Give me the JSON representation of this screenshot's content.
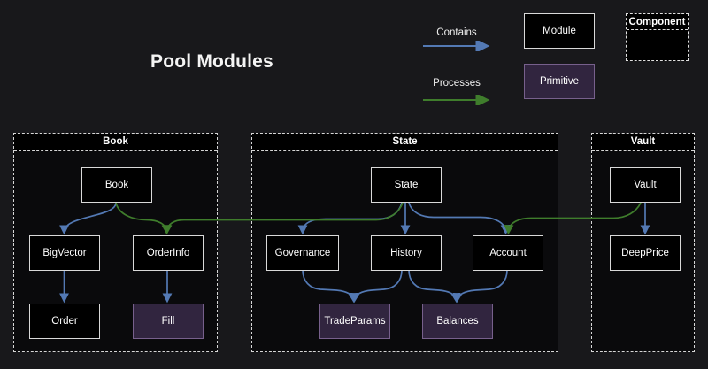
{
  "title": "Pool Modules",
  "legend": {
    "contains_label": "Contains",
    "processes_label": "Processes",
    "module_label": "Module",
    "primitive_label": "Primitive",
    "component_label": "Component"
  },
  "colors": {
    "background": "#18181b",
    "container_fill": "#0a0a0c",
    "module_fill": "#000000",
    "module_border": "#d9d9d9",
    "primitive_fill": "#31253f",
    "primitive_border": "#77608c",
    "contains_arrow": "#5379b4",
    "processes_arrow": "#3f7d2c",
    "dashed_border": "#d6d6d6",
    "text": "#ffffff"
  },
  "containers": {
    "book": {
      "label": "Book",
      "nodes": {
        "book": "Book",
        "bigvector": "BigVector",
        "orderinfo": "OrderInfo",
        "order": "Order",
        "fill": "Fill"
      }
    },
    "state": {
      "label": "State",
      "nodes": {
        "state": "State",
        "governance": "Governance",
        "history": "History",
        "account": "Account",
        "tradeparams": "TradeParams",
        "balances": "Balances"
      }
    },
    "vault": {
      "label": "Vault",
      "nodes": {
        "vault": "Vault",
        "deepprice": "DeepPrice"
      }
    }
  },
  "edges": {
    "contains": [
      {
        "from": "Book",
        "to": "BigVector"
      },
      {
        "from": "BigVector",
        "to": "Order"
      },
      {
        "from": "OrderInfo",
        "to": "Fill"
      },
      {
        "from": "State",
        "to": "Governance"
      },
      {
        "from": "State",
        "to": "History"
      },
      {
        "from": "State",
        "to": "Account"
      },
      {
        "from": "Governance",
        "to": "TradeParams"
      },
      {
        "from": "History",
        "to": "TradeParams"
      },
      {
        "from": "History",
        "to": "Balances"
      },
      {
        "from": "Account",
        "to": "Balances"
      },
      {
        "from": "Vault",
        "to": "DeepPrice"
      }
    ],
    "processes": [
      {
        "from": "Book",
        "to": "OrderInfo"
      },
      {
        "from": "State",
        "to": "OrderInfo"
      },
      {
        "from": "Vault",
        "to": "Account"
      }
    ]
  }
}
